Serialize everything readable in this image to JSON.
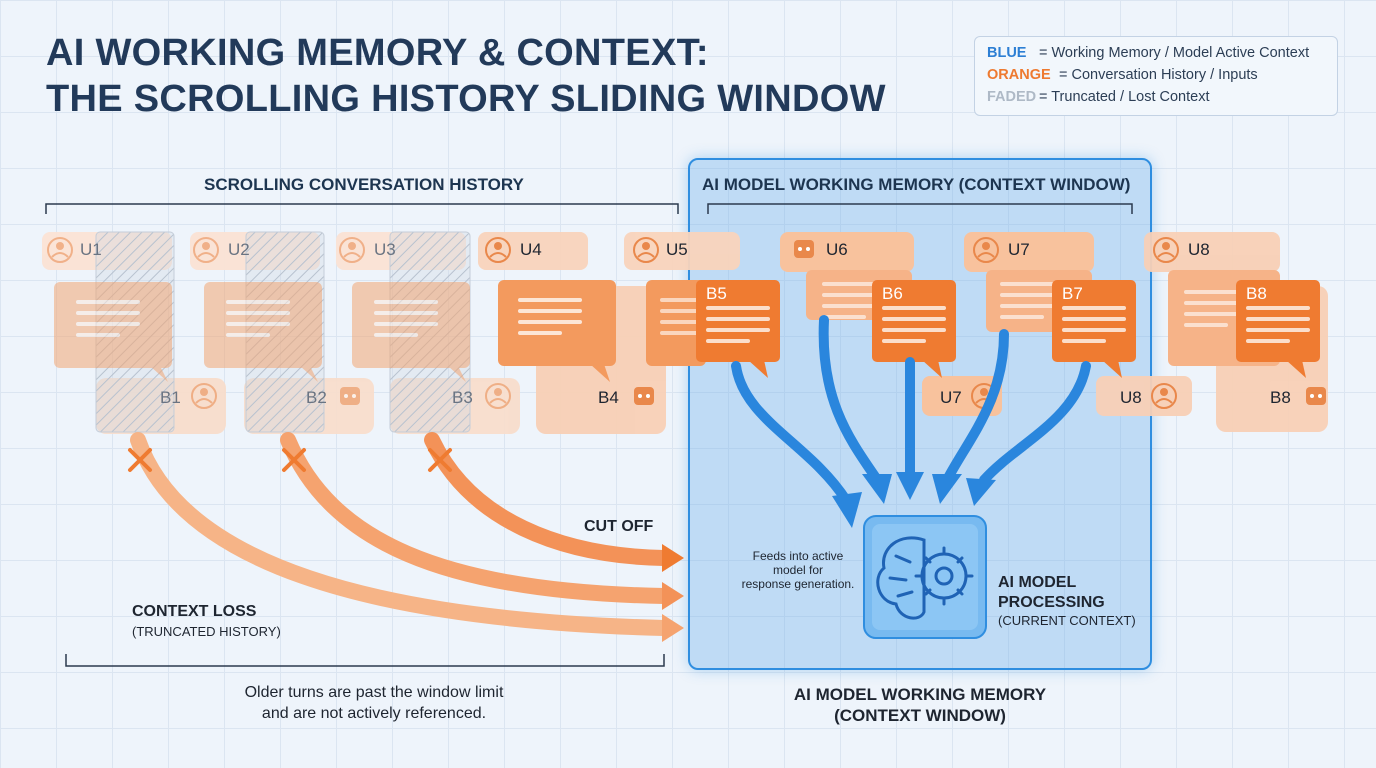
{
  "title": {
    "line1": "AI WORKING MEMORY & CONTEXT:",
    "line2": "THE SCROLLING HISTORY SLIDING WINDOW"
  },
  "legend": {
    "blue": {
      "key": "BLUE",
      "text": "= Working Memory / Model Active Context",
      "color": "#2d7fd4"
    },
    "orange": {
      "key": "ORANGE",
      "text": "= Conversation History / Inputs",
      "color": "#ee7a30"
    },
    "faded": {
      "key": "FADED",
      "text": "= Truncated / Lost Context",
      "color": "#aeb9c6"
    }
  },
  "headers": {
    "history": "SCROLLING CONVERSATION HISTORY",
    "window": "AI MODEL WORKING MEMORY (CONTEXT WINDOW)"
  },
  "turns": {
    "u1": "U1",
    "u2": "U2",
    "u3": "U3",
    "u4": "U4",
    "u5": "U5",
    "u6": "U6",
    "u7": "U7",
    "u8": "U8",
    "b1": "B1",
    "b2": "B2",
    "b3": "B3",
    "b4": "B4",
    "b5": "B5",
    "b6": "B6",
    "b7": "B7",
    "b8": "B8",
    "u7_alt": "U7",
    "u8_alt": "U8"
  },
  "processing": {
    "note": [
      "Feeds into active",
      "model for",
      "response generation."
    ],
    "title": [
      "AI MODEL",
      "PROCESSING"
    ],
    "subtitle": "(CURRENT CONTEXT)"
  },
  "cut_off": "CUT OFF",
  "context_loss": {
    "title": "CONTEXT LOSS",
    "subtitle": "(TRUNCATED HISTORY)"
  },
  "left_caption": [
    "Older turns are past the window limit",
    "and are not actively referenced."
  ],
  "bottom_caption": [
    "AI MODEL WORKING MEMORY",
    "(CONTEXT WINDOW)"
  ],
  "icons": {
    "user": "user-icon",
    "bot": "bot-icon",
    "brain": "brain-gear-icon",
    "cross": "x-mark-icon"
  },
  "colors": {
    "title": "#223a5a",
    "orange": "#ee7a30",
    "orange_light": "#f8c4a0",
    "blue": "#2d7fd4",
    "window_fill": "#a9cff2"
  }
}
